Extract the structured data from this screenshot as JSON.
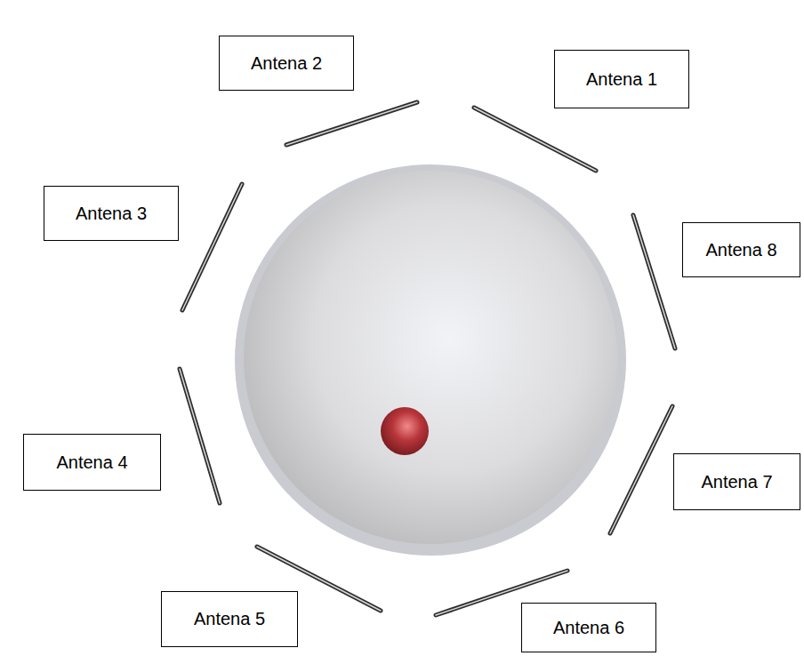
{
  "diagram": {
    "nodes": [
      {
        "text": [
          "Antena 2"
        ]
      },
      {
        "text": [
          "Antena 1"
        ]
      },
      {
        "text": [
          "Antena 3"
        ]
      },
      {
        "text": [
          "Antena 8"
        ]
      },
      {
        "text": [
          "Antena 4"
        ]
      },
      {
        "text": [
          "Antena 7"
        ]
      },
      {
        "text": [
          "Antena 5"
        ]
      },
      {
        "text": [
          "Antena 6"
        ]
      }
    ]
  }
}
